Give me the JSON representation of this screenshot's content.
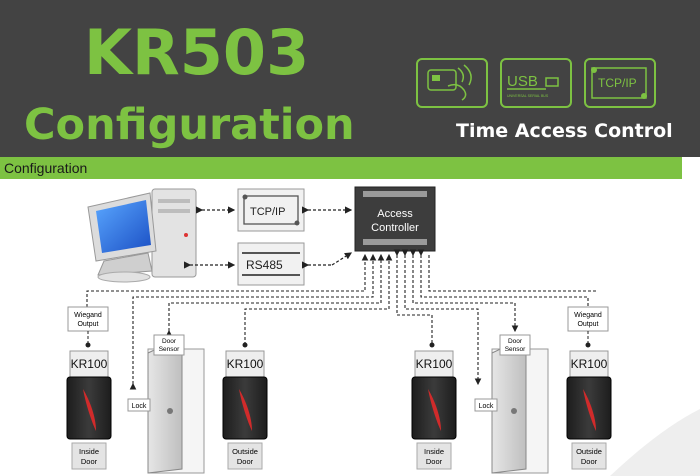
{
  "header": {
    "title_line1": "KR503",
    "title_line2": "Configuration",
    "tagline": "Time Access Control",
    "icons": [
      {
        "name": "card-reader-icon"
      },
      {
        "name": "usb-icon",
        "label": "USB",
        "sublabel": "UNIVERSAL SERIAL BUS"
      },
      {
        "name": "tcpip-icon",
        "label": "TCP/IP"
      }
    ],
    "accent_color": "#7dc242",
    "background_color": "#434343"
  },
  "section": {
    "label": "Configuration"
  },
  "diagram": {
    "tcpip_label": "TCP/IP",
    "rs485_label": "RS485",
    "controller_label_line1": "Access",
    "controller_label_line2": "Controller",
    "left": {
      "wiegand_line1": "Wiegand",
      "wiegand_line2": "Output",
      "reader_in_model": "KR100",
      "inside_line1": "Inside",
      "inside_line2": "Door",
      "lock_label": "Lock",
      "sensor_line1": "Door",
      "sensor_line2": "Sensor",
      "reader_out_model": "KR100",
      "outside_line1": "Outside",
      "outside_line2": "Door"
    },
    "right": {
      "reader_in_model": "KR100",
      "inside_line1": "Inside",
      "inside_line2": "Door",
      "lock_label": "Lock",
      "sensor_line1": "Door",
      "sensor_line2": "Sensor",
      "wiegand_line1": "Wiegand",
      "wiegand_line2": "Output",
      "reader_out_model": "KR100",
      "outside_line1": "Outside",
      "outside_line2": "Door"
    }
  }
}
